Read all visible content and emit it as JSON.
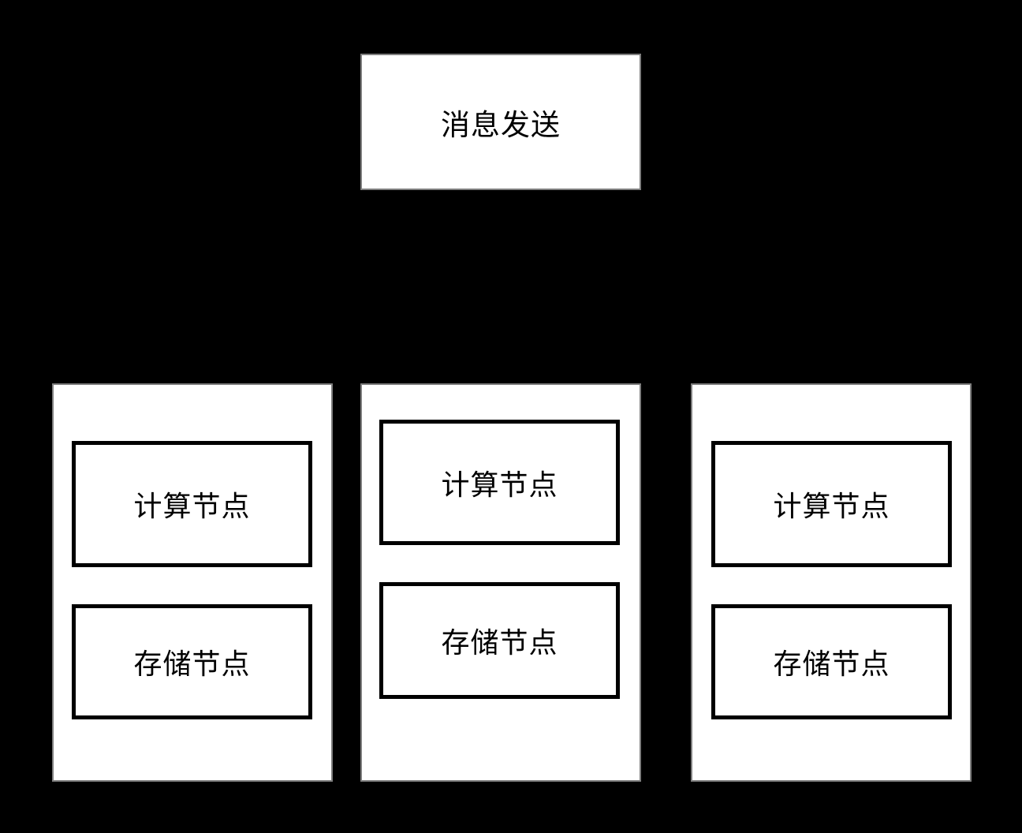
{
  "diagram": {
    "title_box": {
      "label": "消息发送"
    },
    "clusters": [
      {
        "compute": "计算节点",
        "storage": "存储节点"
      },
      {
        "compute": "计算节点",
        "storage": "存储节点"
      },
      {
        "compute": "计算节点",
        "storage": "存储节点"
      }
    ],
    "colors": {
      "background": "#000000",
      "box_fill": "#ffffff",
      "outline_thin": "#7f7f7f",
      "outline_thick": "#000000",
      "text": "#000000"
    }
  }
}
